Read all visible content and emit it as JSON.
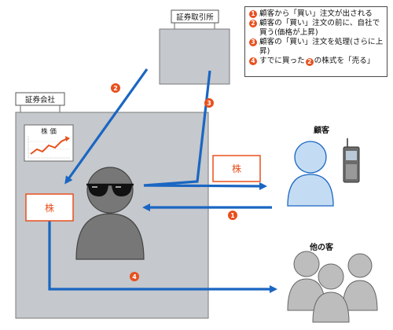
{
  "colors": {
    "accent": "#e8501e",
    "arrow_blue": "#1a66c2",
    "person_blue": "#c4dcf3",
    "gray_fill": "#c5c8cc",
    "figure_gray": "#777777"
  },
  "legend": {
    "items": [
      {
        "n": "1",
        "text": "顧客から「買い」注文が出される"
      },
      {
        "n": "2",
        "text": "顧客の「買い」注文の前に、自社で買う(価格が上昇)"
      },
      {
        "n": "3",
        "text": "顧客の「買い」注文を処理(さらに上昇)"
      },
      {
        "n": "4",
        "text": "すでに買った",
        "ref": "2",
        "text2": "の株式を「売る」"
      }
    ]
  },
  "exchange": {
    "label": "証券取引所"
  },
  "company": {
    "label": "証券会社"
  },
  "chart_card": {
    "title": "株 価",
    "icon": "stock-chart-icon"
  },
  "stock_label": "株",
  "customer": {
    "label": "顧客",
    "icon": "mobile-phone-icon"
  },
  "others": {
    "label": "他の客"
  },
  "steps": {
    "s1": "1",
    "s2": "2",
    "s3": "3",
    "s4": "4"
  }
}
